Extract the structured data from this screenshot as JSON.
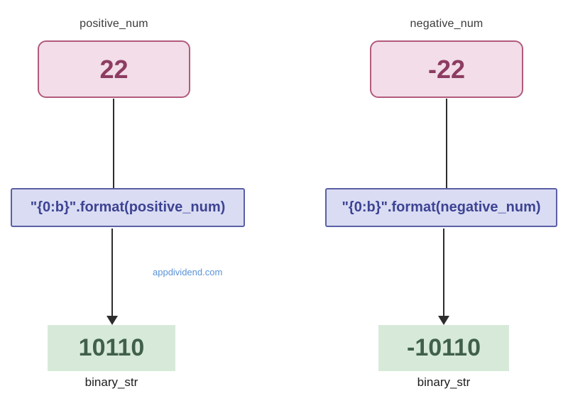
{
  "watermark": "appdividend.com",
  "colors": {
    "background": "#ffffff",
    "value_box_fill": "#f2dde9",
    "value_box_border": "#b25b7c",
    "value_text": "#8d3c61",
    "code_box_fill": "#dadcf3",
    "code_box_border": "#5a5fa5",
    "code_text": "#3d4493",
    "result_box_fill": "#d7ead9",
    "result_text": "#40604a",
    "label_text": "#3a3a3a",
    "arrow": "#2d2d2d",
    "watermark_text": "#5b92d6"
  },
  "diagram": {
    "left": {
      "var_label": "positive_num",
      "value": "22",
      "code": "\"{0:b}\".format(positive_num)",
      "result": "10110",
      "result_label": "binary_str"
    },
    "right": {
      "var_label": "negative_num",
      "value": "-22",
      "code": "\"{0:b}\".format(negative_num)",
      "result": "-10110",
      "result_label": "binary_str"
    }
  }
}
